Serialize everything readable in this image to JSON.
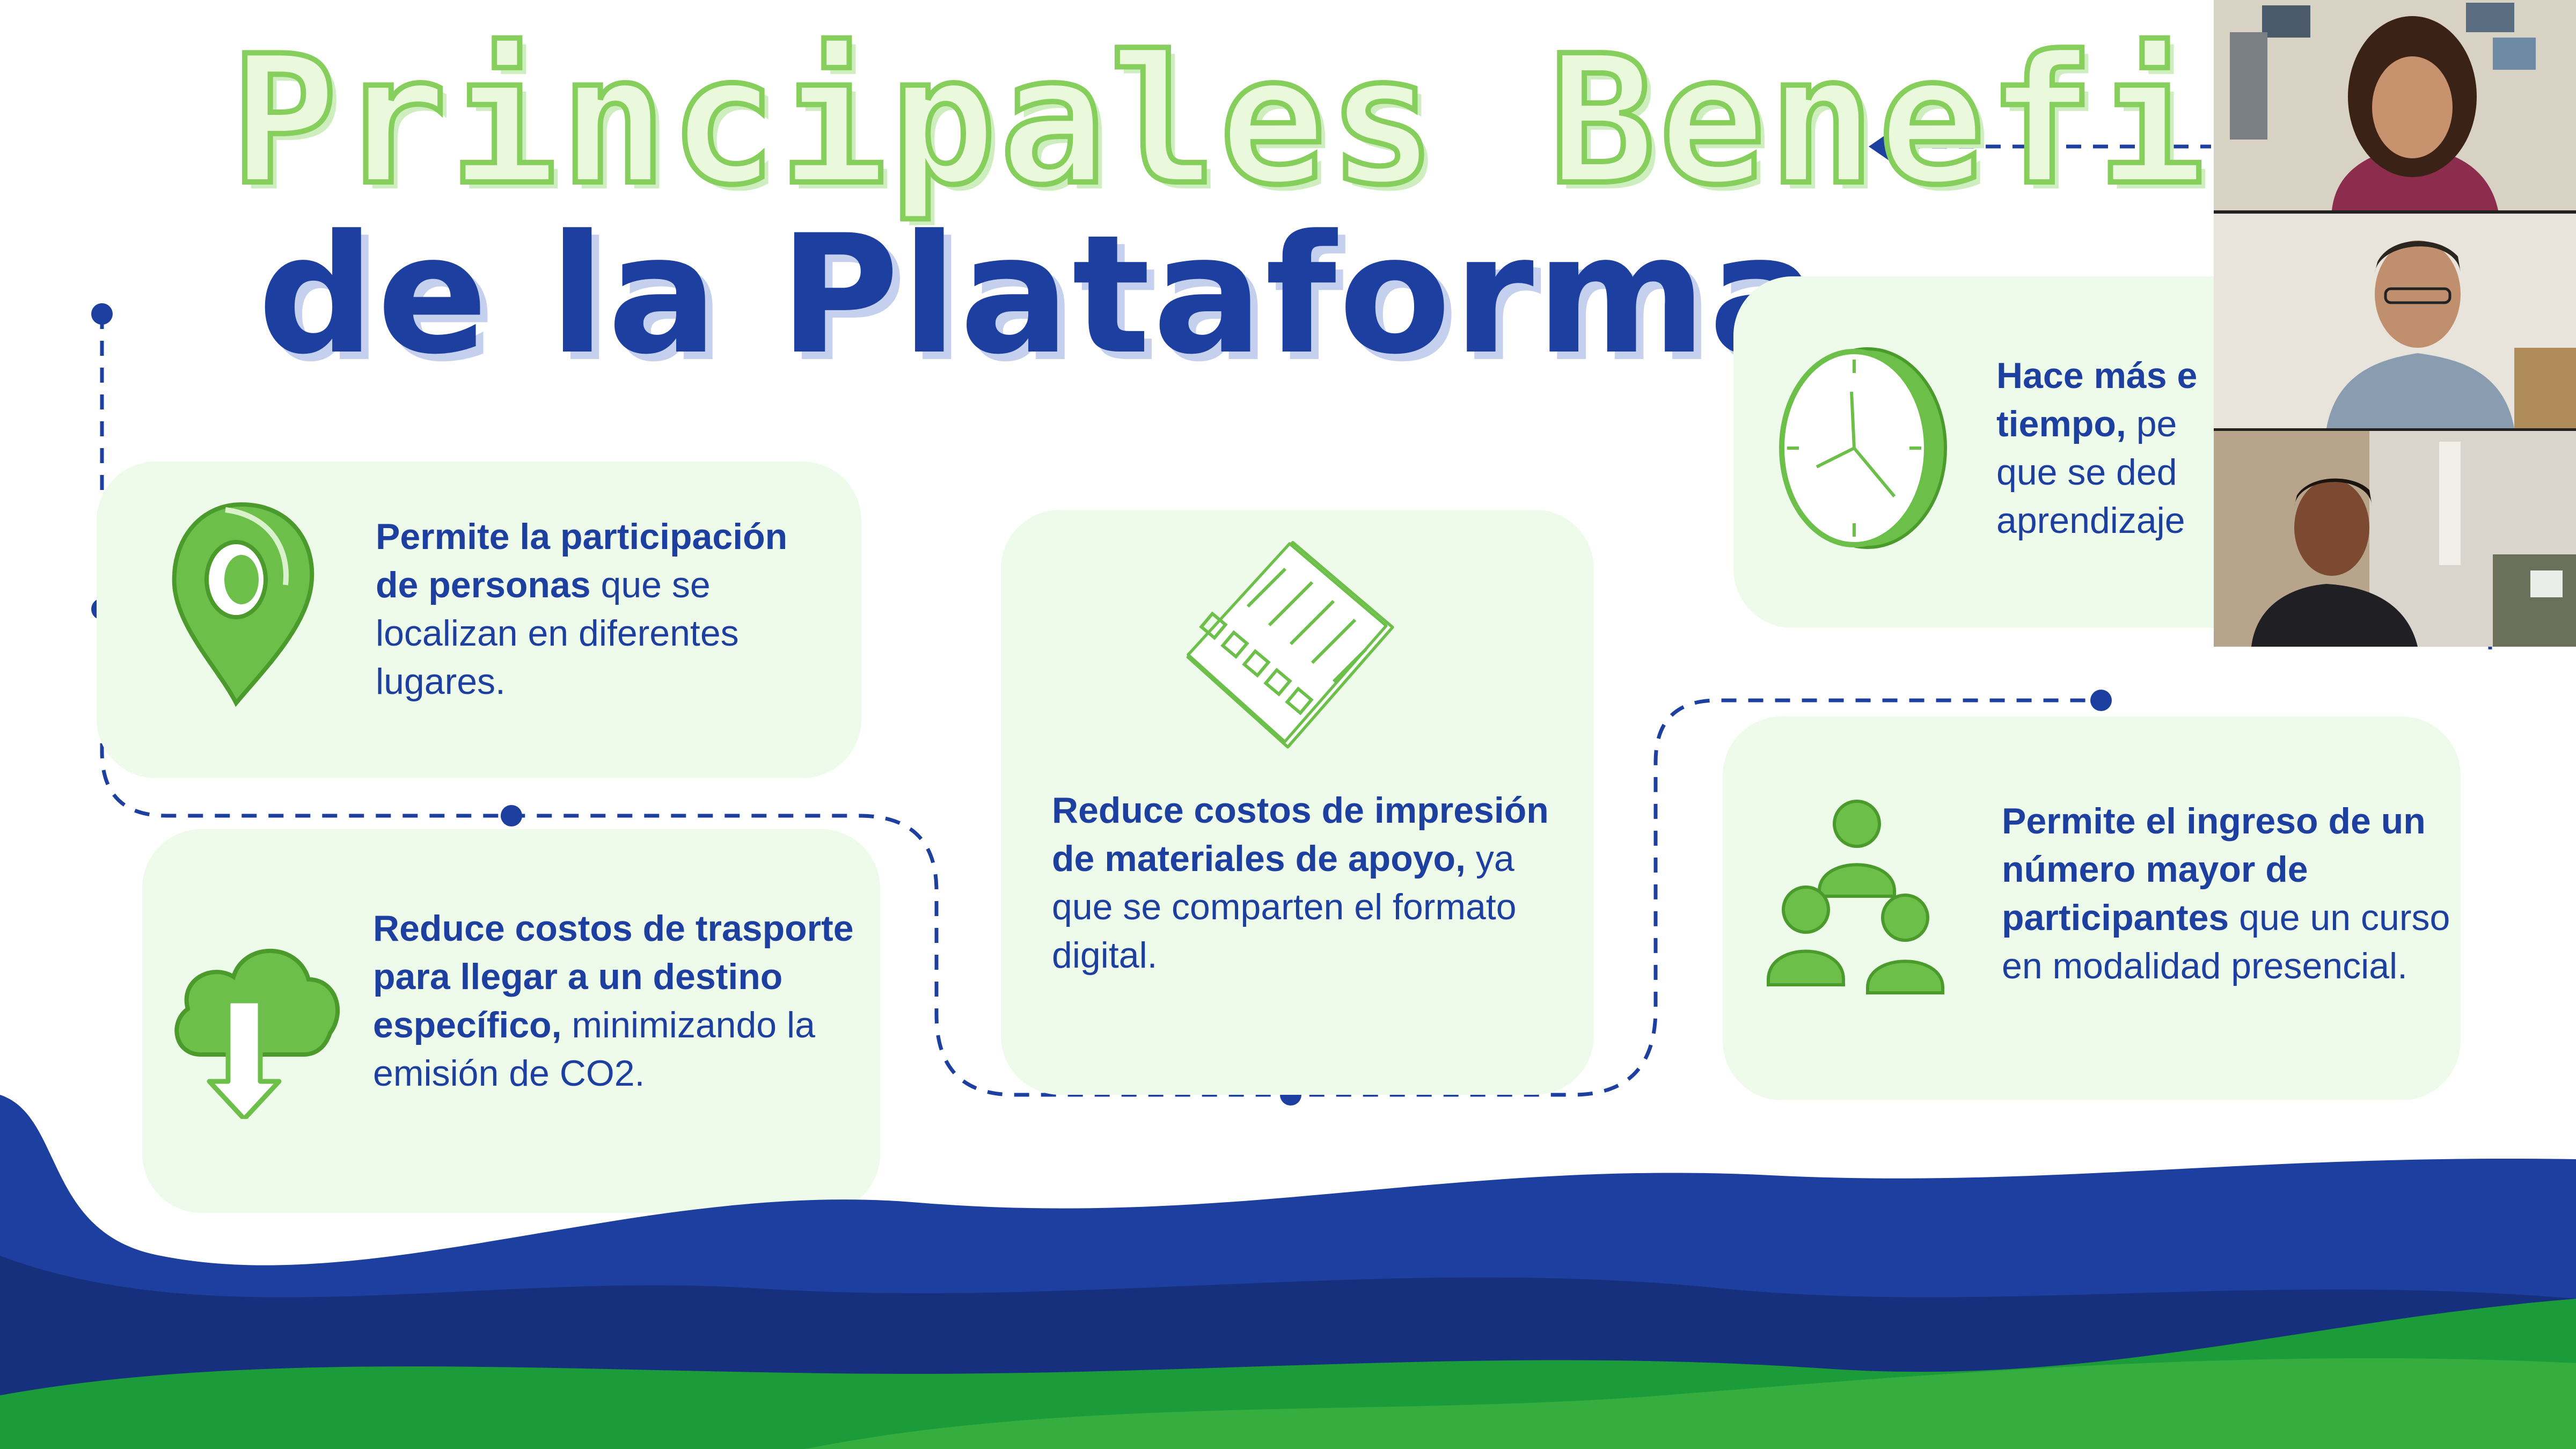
{
  "title": {
    "line1": "Principales Beneficios",
    "line2": "de la Plataforma"
  },
  "cards": {
    "location": {
      "bold": "Permite la participación de personas",
      "rest": " que se localizan en diferentes lugares."
    },
    "transport": {
      "bold": "Reduce costos de trasporte para llegar a un destino específico,",
      "rest": " minimizando la emisión de CO2."
    },
    "printing": {
      "bold": "Reduce costos de impresión de materiales de apoyo,",
      "rest": " ya que se comparten el formato digital."
    },
    "time": {
      "line1_bold": "Hace más e",
      "line2_bold": "tiempo,",
      "line2_rest": " pe",
      "line3": "que se ded",
      "line4": "aprendizaje"
    },
    "participants": {
      "bold": "Permite el ingreso de un número mayor de participantes",
      "rest": " que un curso en modalidad presencial."
    }
  },
  "icons": {
    "location": "map-pin-icon",
    "transport": "cloud-download-icon",
    "printing": "checklist-documents-icon",
    "time": "clock-icon",
    "participants": "group-people-icon"
  },
  "colors": {
    "primary_blue": "#1d3f9f",
    "accent_green": "#6cc04a",
    "card_bg": "#eefaea",
    "title_green_stroke": "#86cf5c"
  },
  "video_participants": [
    {
      "role": "participant",
      "position_label": "top"
    },
    {
      "role": "participant",
      "position_label": "middle"
    },
    {
      "role": "participant",
      "position_label": "bottom"
    }
  ]
}
